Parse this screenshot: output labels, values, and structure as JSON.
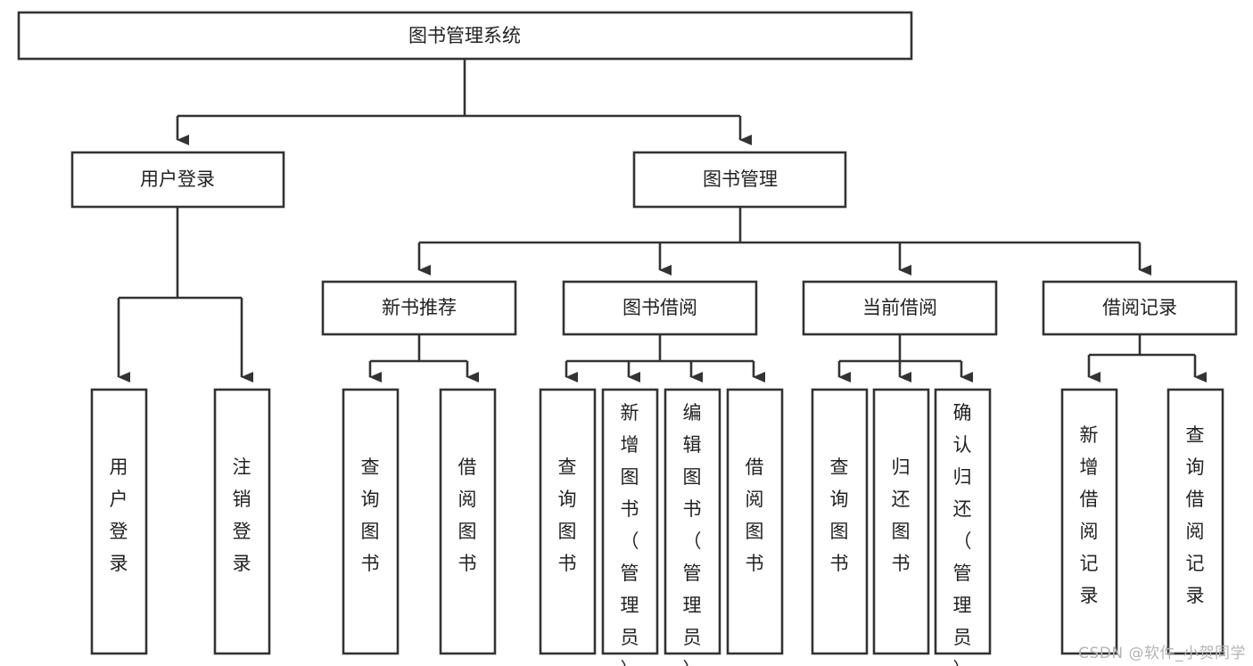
{
  "diagram": {
    "title": "图书管理系统",
    "type": "tree-hierarchy-diagram",
    "colors": {
      "box_stroke": "#333333",
      "box_fill": "#ffffff",
      "text": "#222222",
      "background": "#ffffff",
      "watermark": "#b4b4b4"
    },
    "root": {
      "label": "图书管理系统"
    },
    "level2": [
      {
        "label": "用户登录"
      },
      {
        "label": "图书管理"
      }
    ],
    "level3": [
      {
        "label": "新书推荐"
      },
      {
        "label": "图书借阅"
      },
      {
        "label": "当前借阅"
      },
      {
        "label": "借阅记录"
      }
    ],
    "leaves_user_login": [
      {
        "label": "用户登录"
      },
      {
        "label": "注销登录"
      }
    ],
    "leaves_new_book": [
      {
        "label": "查询图书"
      },
      {
        "label": "借阅图书"
      }
    ],
    "leaves_borrow": [
      {
        "label": "查询图书"
      },
      {
        "label": "新增图书（管理员）"
      },
      {
        "label": "编辑图书（管理员）"
      },
      {
        "label": "借阅图书"
      }
    ],
    "leaves_current": [
      {
        "label": "查询图书"
      },
      {
        "label": "归还图书"
      },
      {
        "label": "确认归还（管理员）"
      }
    ],
    "leaves_records": [
      {
        "label": "新增借阅记录"
      },
      {
        "label": "查询借阅记录"
      }
    ]
  },
  "watermark": {
    "text": "CSDN @软件_小贺同学"
  }
}
